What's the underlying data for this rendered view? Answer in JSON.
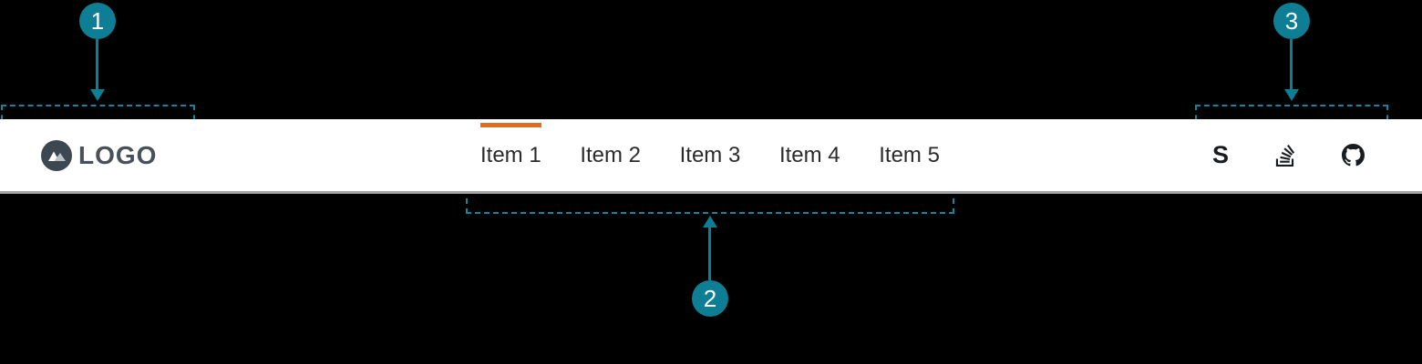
{
  "meta": {
    "background": "#000000",
    "navbar_background": "#ffffff",
    "navbar_border": "#a5a5a5"
  },
  "navbar": {
    "brand": {
      "text": "LOGO",
      "icon": "mountain-logo-icon",
      "icon_circle_color": "#3d4752"
    },
    "items": [
      {
        "label": "Item 1",
        "active": true
      },
      {
        "label": "Item 2",
        "active": false
      },
      {
        "label": "Item 3",
        "active": false
      },
      {
        "label": "Item 4",
        "active": false
      },
      {
        "label": "Item 5",
        "active": false
      }
    ],
    "social": [
      {
        "icon": "s-lettermark-icon",
        "glyph": "S"
      },
      {
        "icon": "stackoverflow-icon"
      },
      {
        "icon": "github-icon"
      }
    ]
  },
  "annotations": {
    "callouts": [
      {
        "number": "1",
        "target": "brand-region"
      },
      {
        "number": "2",
        "target": "menu-region"
      },
      {
        "number": "3",
        "target": "social-icons-region"
      }
    ],
    "colors": {
      "teal": "#0e7e95",
      "dashed_border": "#1485a0",
      "active_indicator_orange": "#e06c1f"
    }
  }
}
